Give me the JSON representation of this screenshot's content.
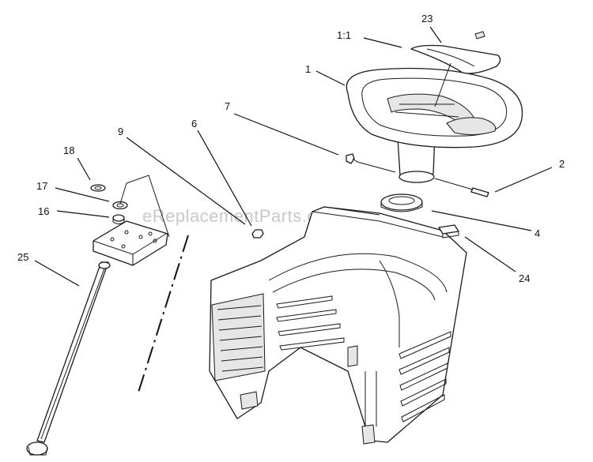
{
  "watermark": "eReplacementParts.com",
  "callouts": [
    {
      "id": "c-23",
      "text": "23"
    },
    {
      "id": "c-1to1",
      "text": "1:1"
    },
    {
      "id": "c-1",
      "text": "1"
    },
    {
      "id": "c-7",
      "text": "7"
    },
    {
      "id": "c-9",
      "text": "9"
    },
    {
      "id": "c-6",
      "text": "6"
    },
    {
      "id": "c-18",
      "text": "18"
    },
    {
      "id": "c-17",
      "text": "17"
    },
    {
      "id": "c-16",
      "text": "16"
    },
    {
      "id": "c-25",
      "text": "25"
    },
    {
      "id": "c-2",
      "text": "2"
    },
    {
      "id": "c-4",
      "text": "4"
    },
    {
      "id": "c-24",
      "text": "24"
    }
  ]
}
